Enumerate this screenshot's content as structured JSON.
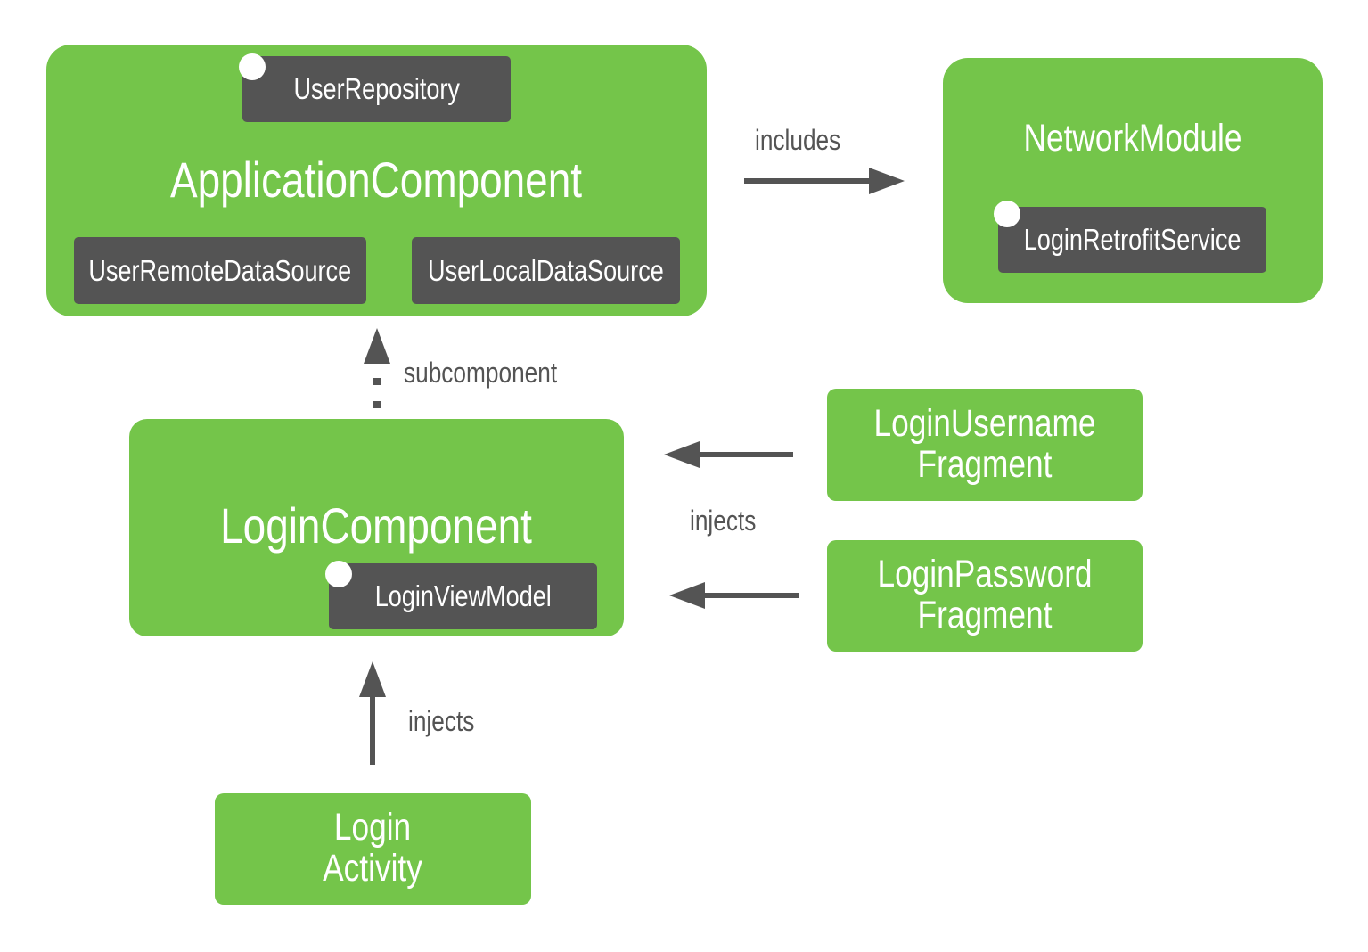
{
  "colors": {
    "module": "#74c54a",
    "binding": "#545454",
    "arrow": "#545454"
  },
  "application_component": {
    "title": "ApplicationComponent",
    "bindings": [
      "UserRepository",
      "UserRemoteDataSource",
      "UserLocalDataSource"
    ]
  },
  "network_module": {
    "title": "NetworkModule",
    "bindings": [
      "LoginRetrofitService"
    ]
  },
  "login_component": {
    "title": "LoginComponent",
    "bindings": [
      "LoginViewModel"
    ]
  },
  "login_username_fragment": {
    "line1": "LoginUsername",
    "line2": "Fragment"
  },
  "login_password_fragment": {
    "line1": "LoginPassword",
    "line2": "Fragment"
  },
  "login_activity": {
    "line1": "Login",
    "line2": "Activity"
  },
  "edges": {
    "includes": "includes",
    "subcomponent": "subcomponent",
    "injects_fragments": "injects",
    "injects_activity": "injects"
  }
}
